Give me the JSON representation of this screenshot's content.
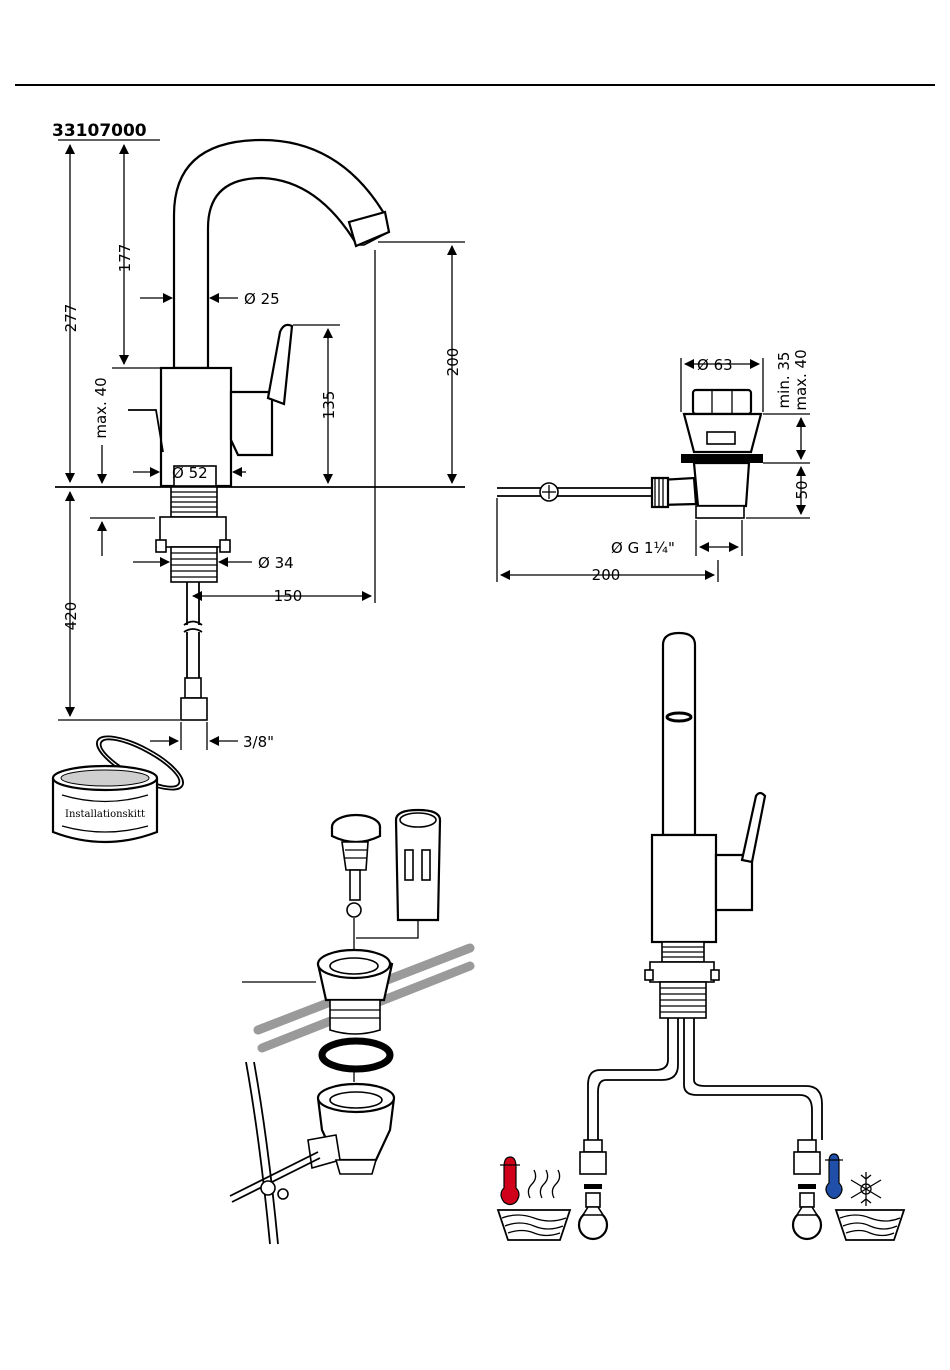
{
  "page": {
    "model_number": "33107000"
  },
  "dimensions": {
    "total_height": "277",
    "spout_height": "177",
    "max_thickness_left": "max. 40",
    "spout_diameter": "Ø 25",
    "outlet_height": "200",
    "lever_height": "135",
    "body_diameter": "Ø 52",
    "shank_diameter": "Ø 34",
    "reach": "150",
    "hose_length": "420",
    "connection": "3/8\""
  },
  "waste": {
    "plug_diameter": "Ø 63",
    "min_thickness": "min. 35",
    "max_thickness": "max. 40",
    "height": "50",
    "thread": "Ø G 1¼\"",
    "rod_length": "200"
  },
  "labels": {
    "putty_tin": "Installationskitt"
  },
  "colors": {
    "hot": "#d0021b",
    "cold": "#1f4fa8",
    "line": "#000000"
  }
}
